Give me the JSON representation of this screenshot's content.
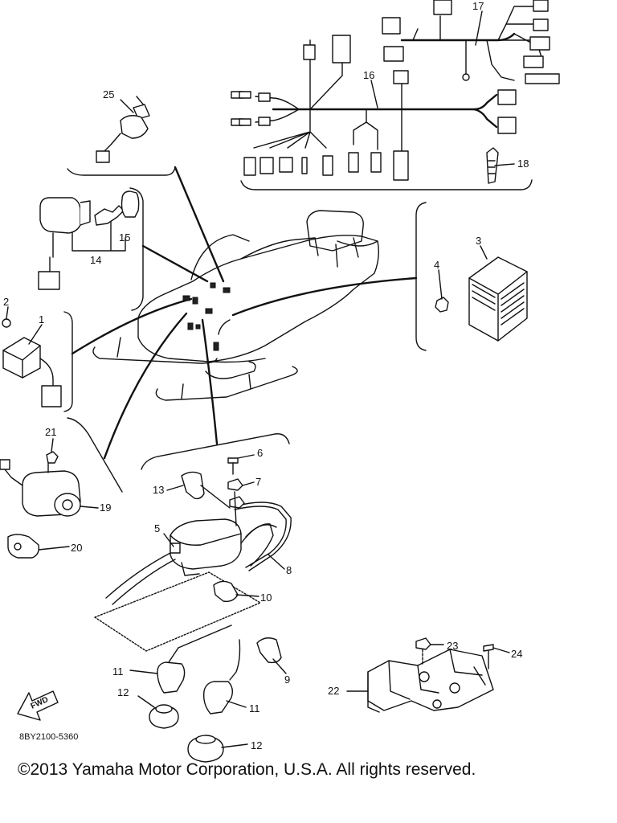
{
  "diagram": {
    "part_labels": {
      "p1": "1",
      "p2": "2",
      "p3": "3",
      "p4": "4",
      "p5": "5",
      "p6": "6",
      "p7": "7",
      "p8": "8",
      "p9": "9",
      "p10": "10",
      "p11a": "11",
      "p11b": "11",
      "p12a": "12",
      "p12b": "12",
      "p13": "13",
      "p14": "14",
      "p15": "15",
      "p16": "16",
      "p17": "17",
      "p18": "18",
      "p19": "19",
      "p20": "20",
      "p21": "21",
      "p22": "22",
      "p23": "23",
      "p24": "24",
      "p25": "25"
    },
    "forward_arrow": "FWD",
    "drawing_code": "8BY2100-5360"
  },
  "footer": {
    "copyright": "©2013 Yamaha Motor Corporation, U.S.A. All rights reserved."
  }
}
